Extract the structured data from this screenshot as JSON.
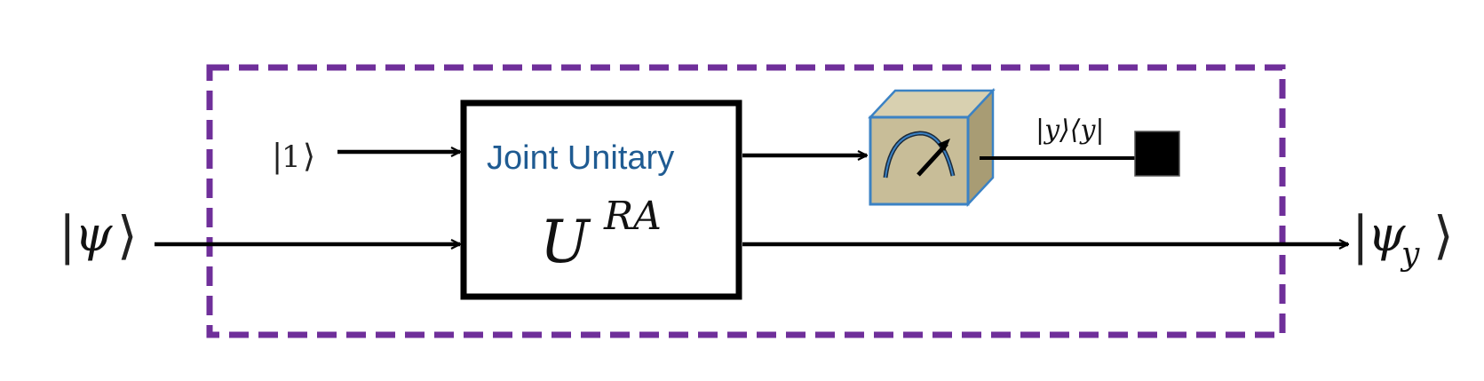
{
  "diagram": {
    "type": "quantum-circuit",
    "input_state": {
      "ket_open": "|",
      "symbol": "ψ",
      "ket_close": "⟩"
    },
    "output_state": {
      "ket_open": "|",
      "symbol": "ψ",
      "subscript": "y",
      "ket_close": "⟩"
    },
    "ancilla_state": {
      "ket_open": "|",
      "symbol": "1",
      "ket_close": "⟩"
    },
    "unitary_block": {
      "title": "Joint Unitary",
      "operator": "U",
      "superscript": "RA"
    },
    "measurement": {
      "icon": "meter-gauge-icon",
      "projector_label": "|y⟩⟨y|",
      "terminal": "discard-square"
    },
    "enclosure": {
      "style": "dashed",
      "meaning": "overall operation"
    },
    "colors": {
      "enclosure": "#6f2f9a",
      "unitary_title": "#1f5b92",
      "meter_face": "#c8bd98",
      "meter_top": "#d8d0b0",
      "meter_side": "#a89c74",
      "meter_edge": "#3b82c4",
      "wire": "#000000"
    }
  }
}
